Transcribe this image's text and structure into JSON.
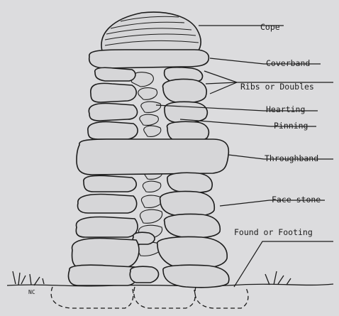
{
  "labels": {
    "cope": "Cope",
    "coverband": "Coverband",
    "ribs": "Ribs or Doubles",
    "hearting": "Hearting",
    "pinning": "Pinning",
    "throughband": "Throughband",
    "face_stone": "Face stone",
    "found": "Found or Footing"
  },
  "initials": "NC",
  "colors": {
    "ink": "#1c1c1c",
    "stone_fill": "#d6d6d8",
    "background": "#dcdcde"
  }
}
